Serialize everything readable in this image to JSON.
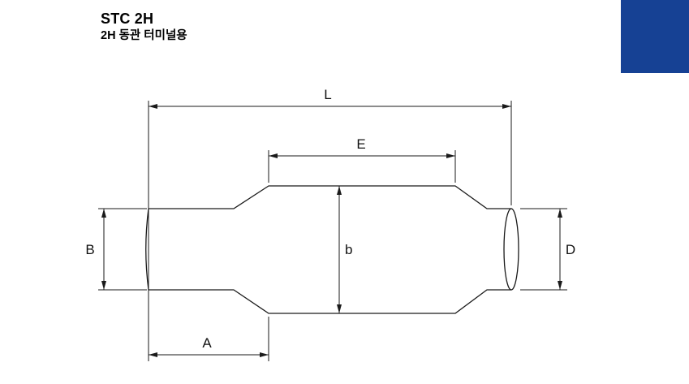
{
  "header": {
    "title": "STC 2H",
    "subtitle": "2H 동관 터미널용"
  },
  "drawing": {
    "labels": {
      "overall_length": "L",
      "middle_section_length": "E",
      "left_tube_diameter": "B",
      "body_diameter": "b",
      "right_tube_diameter": "D",
      "left_section_length": "A"
    }
  },
  "colors": {
    "accent_blue": "#164194",
    "line": "#1a1a1a",
    "background": "#ffffff"
  }
}
